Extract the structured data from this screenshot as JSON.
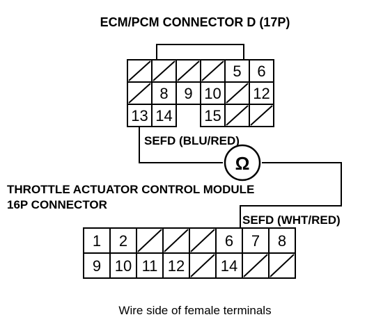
{
  "ecm_connector": {
    "title": "ECM/PCM CONNECTOR D (17P)",
    "rows": [
      [
        "",
        "",
        "",
        "",
        "5",
        "6"
      ],
      [
        "",
        "8",
        "9",
        "10",
        "",
        "12"
      ],
      [
        "13",
        "14",
        null,
        "15",
        "",
        ""
      ]
    ]
  },
  "wire_top": {
    "label": "SEFD (BLU/RED)"
  },
  "meter": {
    "symbol": "Ω"
  },
  "tac_module": {
    "title_line1": "THROTTLE ACTUATOR CONTROL MODULE",
    "title_line2": "16P CONNECTOR",
    "rows": [
      [
        "1",
        "2",
        "",
        "",
        "",
        "6",
        "7",
        "8"
      ],
      [
        "9",
        "10",
        "11",
        "12",
        "",
        "14",
        "",
        ""
      ]
    ]
  },
  "wire_bottom": {
    "label": "SEFD (WHT/RED)"
  },
  "caption": "Wire side of female terminals"
}
